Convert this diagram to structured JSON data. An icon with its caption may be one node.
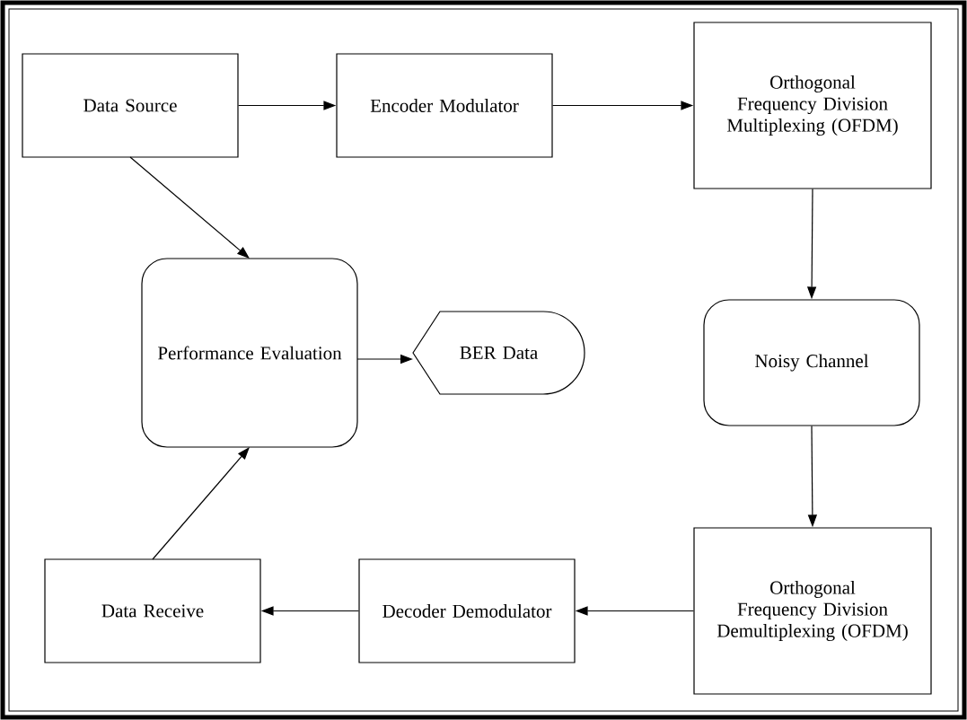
{
  "diagram": {
    "nodes": [
      {
        "text": [
          "Data Source"
        ]
      },
      {
        "text": [
          "Encoder Modulator"
        ]
      },
      {
        "text": [
          "Orthogonal Frequency Division Multiplexing (OFDM)"
        ]
      },
      {
        "text": [
          "Performance Evaluation"
        ]
      },
      {
        "text": [
          "BER Data"
        ]
      },
      {
        "text": [
          "Noisy Channel"
        ]
      },
      {
        "text": [
          "Orthogonal Frequency Division Demultiplexing (OFDM)"
        ]
      },
      {
        "text": [
          "Decoder Demodulator"
        ]
      },
      {
        "text": [
          "Data Receive"
        ]
      }
    ],
    "edges": [
      {
        "from": 0,
        "to": 1,
        "arrow": "to"
      },
      {
        "from": 1,
        "to": 2,
        "arrow": "to"
      },
      {
        "from": 0,
        "to": 3,
        "arrow": "to"
      },
      {
        "from": 2,
        "to": 5,
        "arrow": "to"
      },
      {
        "from": 3,
        "to": 4,
        "arrow": "to"
      },
      {
        "from": 5,
        "to": 6,
        "arrow": "to"
      },
      {
        "from": 6,
        "to": 7,
        "arrow": "to"
      },
      {
        "from": 7,
        "to": 8,
        "arrow": "to"
      },
      {
        "from": 8,
        "to": 3,
        "arrow": "to"
      }
    ]
  }
}
